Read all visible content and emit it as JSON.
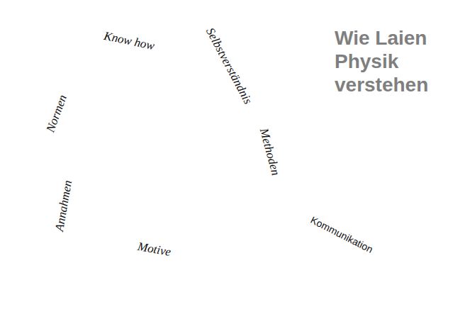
{
  "diagram": {
    "title": "Wie Laien Physik verstehen",
    "nodes": [
      {
        "text": [
          "Know how",
          "Selbstverständnis",
          "Normen",
          "Methoden",
          "Annahmen",
          "Motive"
        ]
      }
    ],
    "labels": [
      "Kommunikation"
    ]
  }
}
